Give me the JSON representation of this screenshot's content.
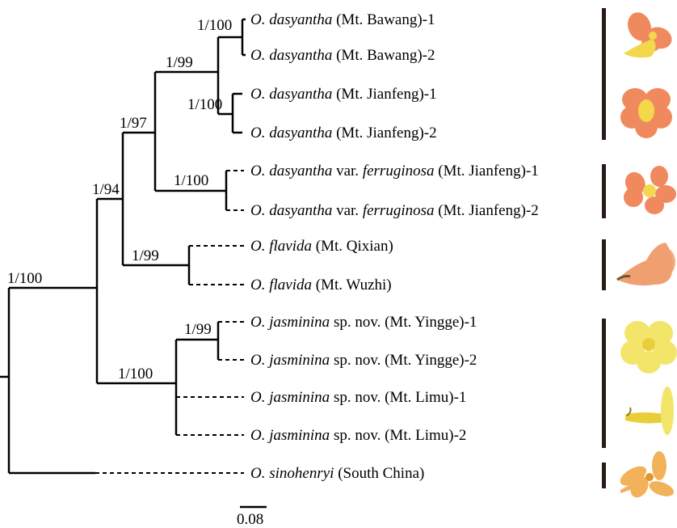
{
  "support_labels": [
    "1/100",
    "1/94",
    "1/97",
    "1/99",
    "1/100",
    "1/100",
    "1/100",
    "1/99",
    "1/100",
    "1/99"
  ],
  "taxa": [
    {
      "genus": "O.",
      "species": "dasyantha",
      "mid": "",
      "var": "",
      "locality": "(Mt. Bawang)-1"
    },
    {
      "genus": "O.",
      "species": "dasyantha",
      "mid": "",
      "var": "",
      "locality": "(Mt. Bawang)-2"
    },
    {
      "genus": "O.",
      "species": "dasyantha",
      "mid": "",
      "var": "",
      "locality": "(Mt. Jianfeng)-1"
    },
    {
      "genus": "O.",
      "species": "dasyantha",
      "mid": "",
      "var": "",
      "locality": "(Mt. Jianfeng)-2"
    },
    {
      "genus": "O.",
      "species": "dasyantha",
      "mid": "var.",
      "var": "ferruginosa",
      "locality": "(Mt. Jianfeng)-1"
    },
    {
      "genus": "O.",
      "species": "dasyantha",
      "mid": "var.",
      "var": "ferruginosa",
      "locality": "(Mt. Jianfeng)-2"
    },
    {
      "genus": "O.",
      "species": "flavida",
      "mid": "",
      "var": "",
      "locality": "(Mt. Qixian)"
    },
    {
      "genus": "O.",
      "species": "flavida",
      "mid": "",
      "var": "",
      "locality": "(Mt. Wuzhi)"
    },
    {
      "genus": "O.",
      "species": "jasminina",
      "mid": "",
      "var": "",
      "locality": "sp. nov. (Mt. Yingge)-1"
    },
    {
      "genus": "O.",
      "species": "jasminina",
      "mid": "",
      "var": "",
      "locality": "sp. nov. (Mt. Yingge)-2"
    },
    {
      "genus": "O.",
      "species": "jasminina",
      "mid": "",
      "var": "",
      "locality": "sp. nov. (Mt. Limu)-1"
    },
    {
      "genus": "O.",
      "species": "jasminina",
      "mid": "",
      "var": "",
      "locality": "sp. nov. (Mt. Limu)-2"
    },
    {
      "genus": "O.",
      "species": "sinohenryi",
      "mid": "",
      "var": "",
      "locality": "(South China)"
    }
  ],
  "scale_bar": {
    "label": "0.08"
  },
  "flower_colors": {
    "dasyantha_petal": "#f08a5e",
    "dasyantha_center": "#f2d84a",
    "flavida_petal": "#f0a070",
    "jasminina_petal": "#f3e56a",
    "jasminina_center": "#e8cf3a",
    "sinohenryi_petal": "#f2b25a"
  },
  "line_color": "#000000"
}
